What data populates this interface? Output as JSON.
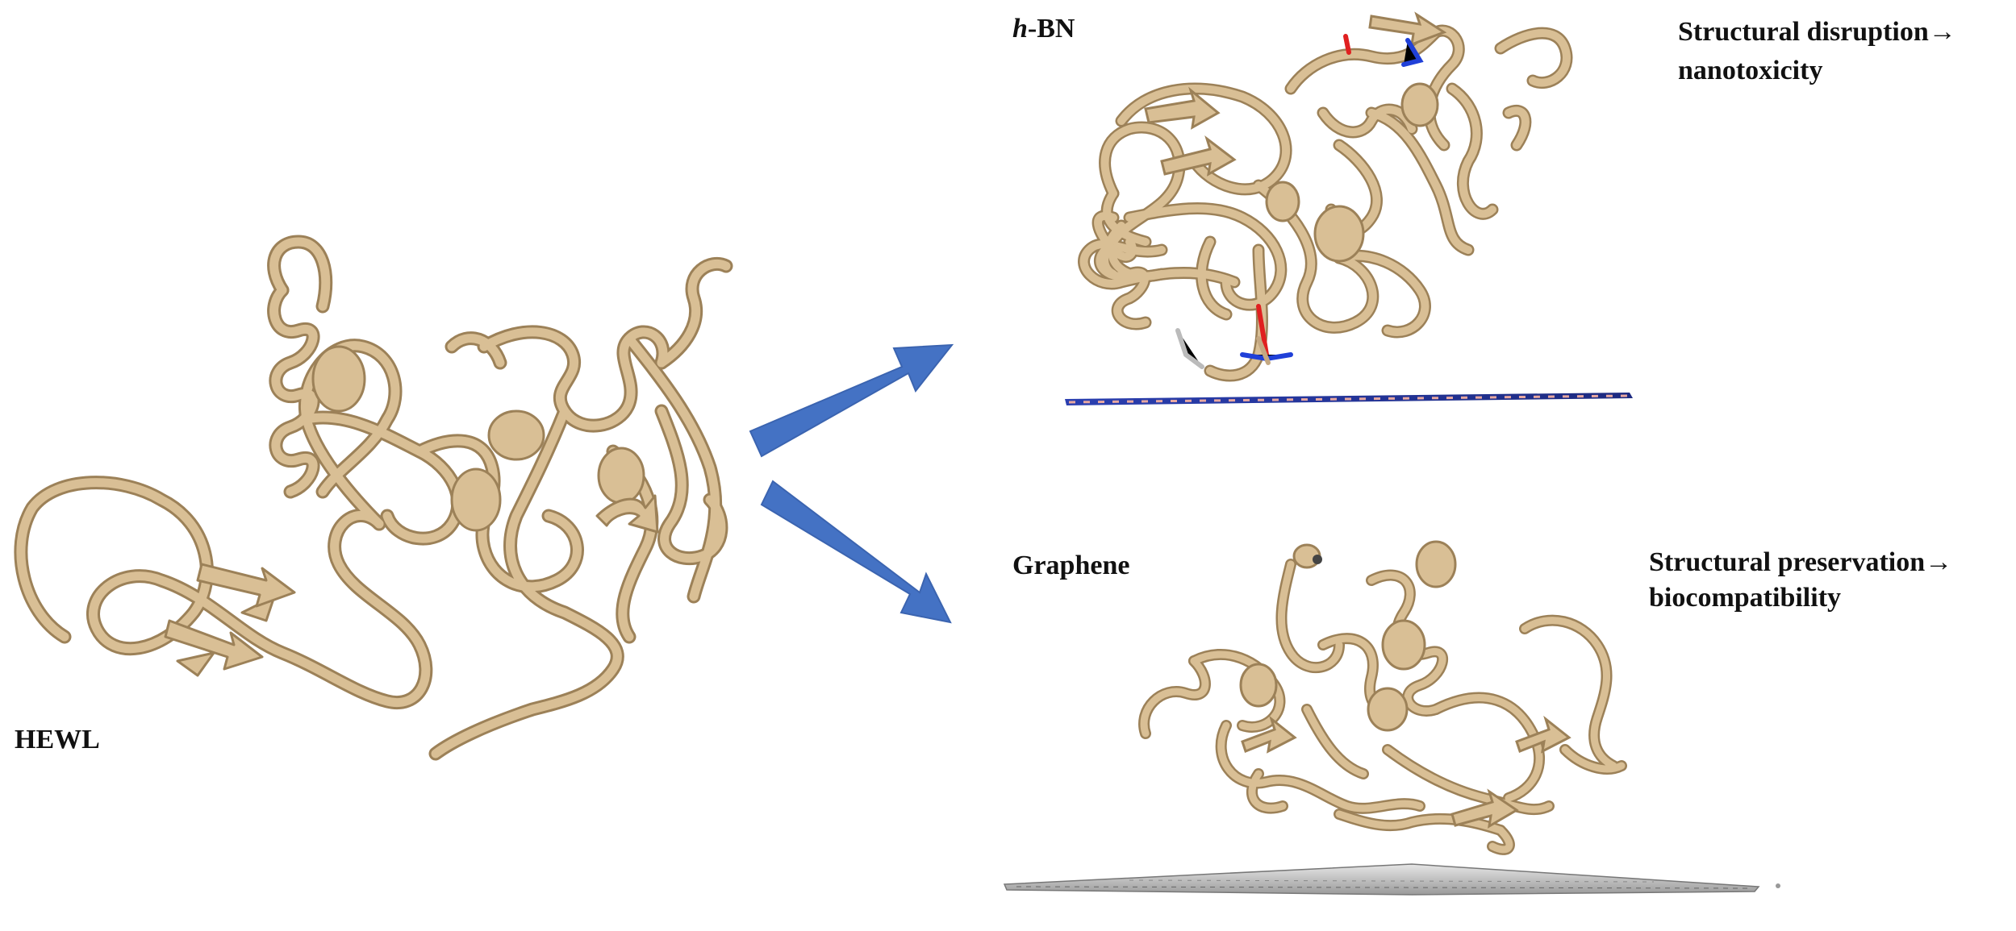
{
  "labels": {
    "hewl": "HEWL",
    "hbn_prefix": "h",
    "hbn_suffix": "-BN",
    "graphene": "Graphene",
    "hbn_outcome_line1": "Structural disruption",
    "hbn_outcome_line2": "nanotoxicity",
    "graphene_outcome_line1": "Structural preservation",
    "graphene_outcome_line2": "biocompatibility",
    "arrow_glyph": "→"
  },
  "colors": {
    "protein": "#d9bf95",
    "protein_shade": "#9c8158",
    "arrow": "#4472c4",
    "hbn_sheet": "#2b3fb0",
    "hbn_atom": "#e8a8a0",
    "graphene_sheet": "#b8b8b8",
    "oxygen": "#e02020",
    "nitrogen": "#2040d8",
    "text": "#111111"
  },
  "icons": {
    "hewl": "protein-ribbon-icon",
    "hbn_complex": "protein-on-hbn-sheet-icon",
    "graphene_complex": "protein-on-graphene-sheet-icon",
    "arrows": "block-arrow-icon"
  }
}
